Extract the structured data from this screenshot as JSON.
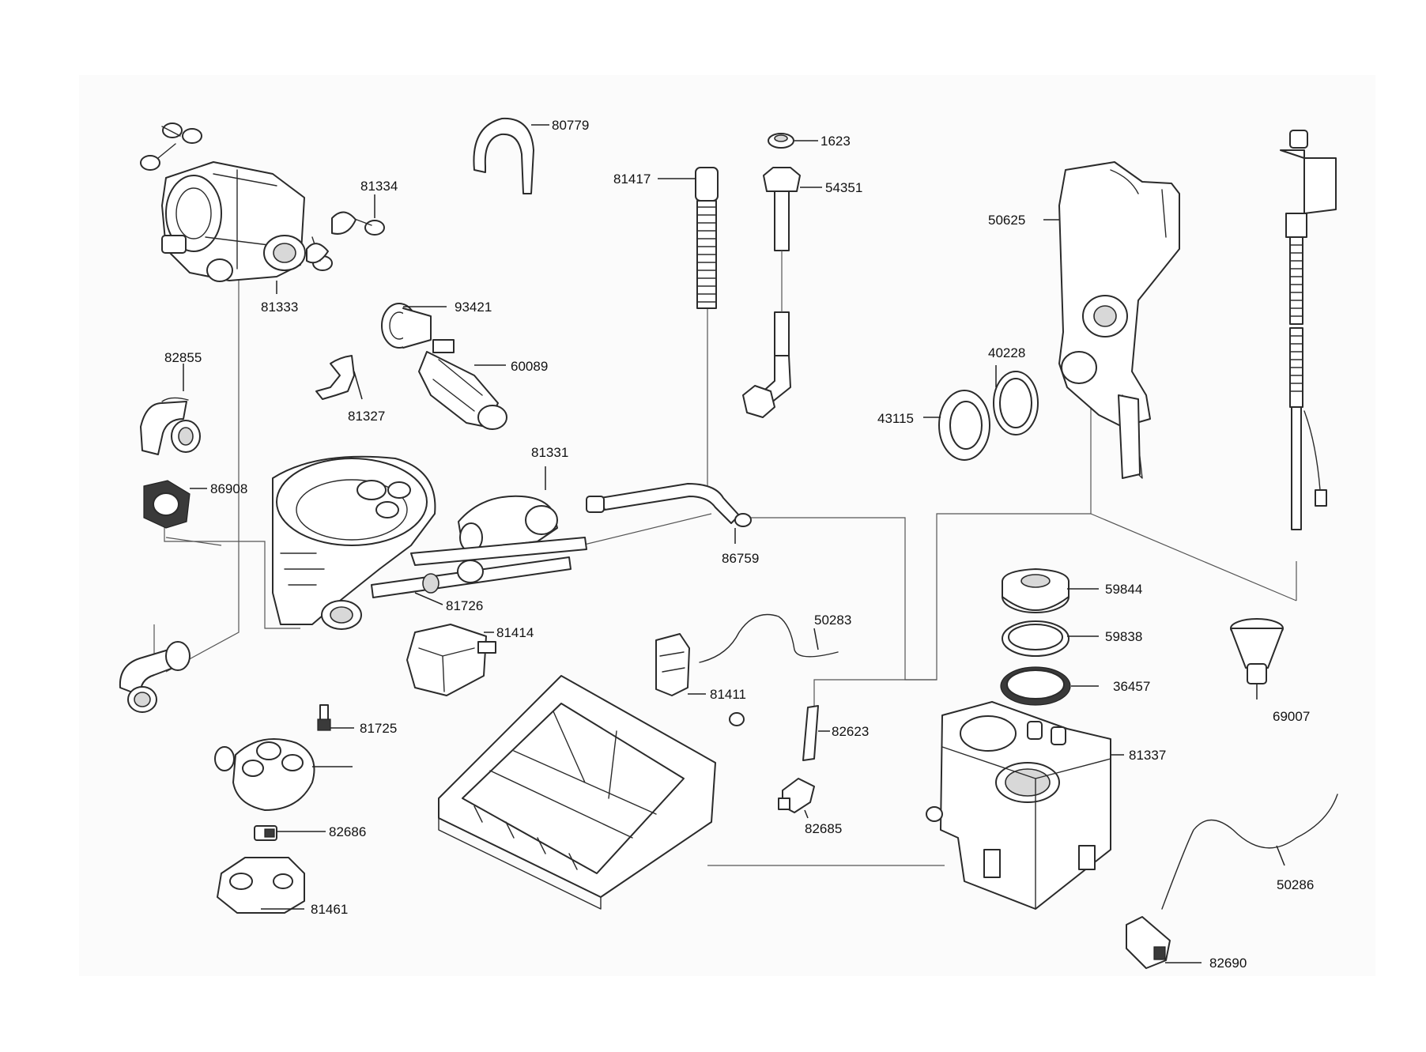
{
  "diagram": {
    "labels": [
      {
        "id": "80779",
        "text": "80779"
      },
      {
        "id": "1623",
        "text": "1623"
      },
      {
        "id": "81417",
        "text": "81417"
      },
      {
        "id": "54351",
        "text": "54351"
      },
      {
        "id": "81334",
        "text": "81334"
      },
      {
        "id": "50625",
        "text": "50625"
      },
      {
        "id": "81333",
        "text": "81333"
      },
      {
        "id": "93421",
        "text": "93421"
      },
      {
        "id": "82855",
        "text": "82855"
      },
      {
        "id": "60089",
        "text": "60089"
      },
      {
        "id": "40228",
        "text": "40228"
      },
      {
        "id": "81327",
        "text": "81327"
      },
      {
        "id": "43115",
        "text": "43115"
      },
      {
        "id": "81331",
        "text": "81331"
      },
      {
        "id": "86908",
        "text": "86908"
      },
      {
        "id": "86759",
        "text": "86759"
      },
      {
        "id": "59844",
        "text": "59844"
      },
      {
        "id": "81726",
        "text": "81726"
      },
      {
        "id": "50283",
        "text": "50283"
      },
      {
        "id": "81414",
        "text": "81414"
      },
      {
        "id": "59838",
        "text": "59838"
      },
      {
        "id": "36457",
        "text": "36457"
      },
      {
        "id": "81411",
        "text": "81411"
      },
      {
        "id": "69007",
        "text": "69007"
      },
      {
        "id": "81725",
        "text": "81725"
      },
      {
        "id": "82623",
        "text": "82623"
      },
      {
        "id": "81337",
        "text": "81337"
      },
      {
        "id": "82685",
        "text": "82685"
      },
      {
        "id": "82686",
        "text": "82686"
      },
      {
        "id": "50286",
        "text": "50286"
      },
      {
        "id": "81461",
        "text": "81461"
      },
      {
        "id": "82690",
        "text": "82690"
      }
    ]
  }
}
